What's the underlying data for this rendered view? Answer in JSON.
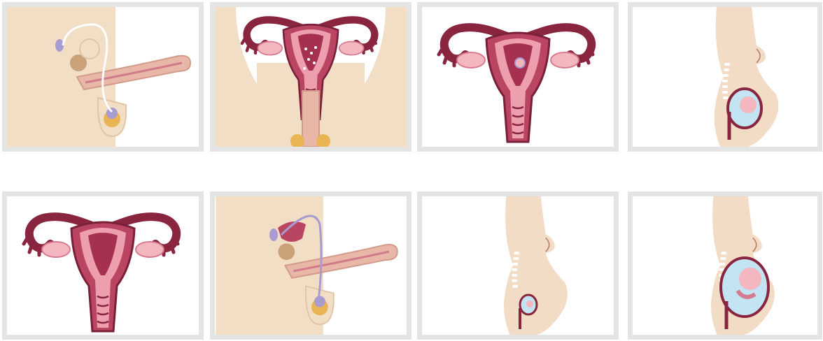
{
  "panels": [
    {
      "id": "male-anatomy-side-white-duct",
      "illustration": "male-reproductive-side-view"
    },
    {
      "id": "female-anatomy-sperm",
      "illustration": "female-reproductive-with-sperm"
    },
    {
      "id": "uterus-fertilized-egg",
      "illustration": "uterus-with-embryo"
    },
    {
      "id": "pregnancy-mid",
      "illustration": "pregnant-profile-mid"
    },
    {
      "id": "uterus-plain",
      "illustration": "uterus-front-view"
    },
    {
      "id": "male-anatomy-side-purple-duct",
      "illustration": "male-reproductive-side-view"
    },
    {
      "id": "pregnancy-early",
      "illustration": "pregnant-profile-early"
    },
    {
      "id": "pregnancy-late",
      "illustration": "pregnant-profile-late"
    }
  ],
  "colors": {
    "uterus_dark": "#8a2540",
    "uterus_mid": "#b94563",
    "uterus_light": "#ee9fae",
    "ovary": "#f4b7c0",
    "skin": "#f2ddc5",
    "skin_body": "#f3dcc6",
    "panel_border": "#e4e4e4",
    "testis": "#e9b453",
    "duct_purple": "#a89bd2"
  }
}
